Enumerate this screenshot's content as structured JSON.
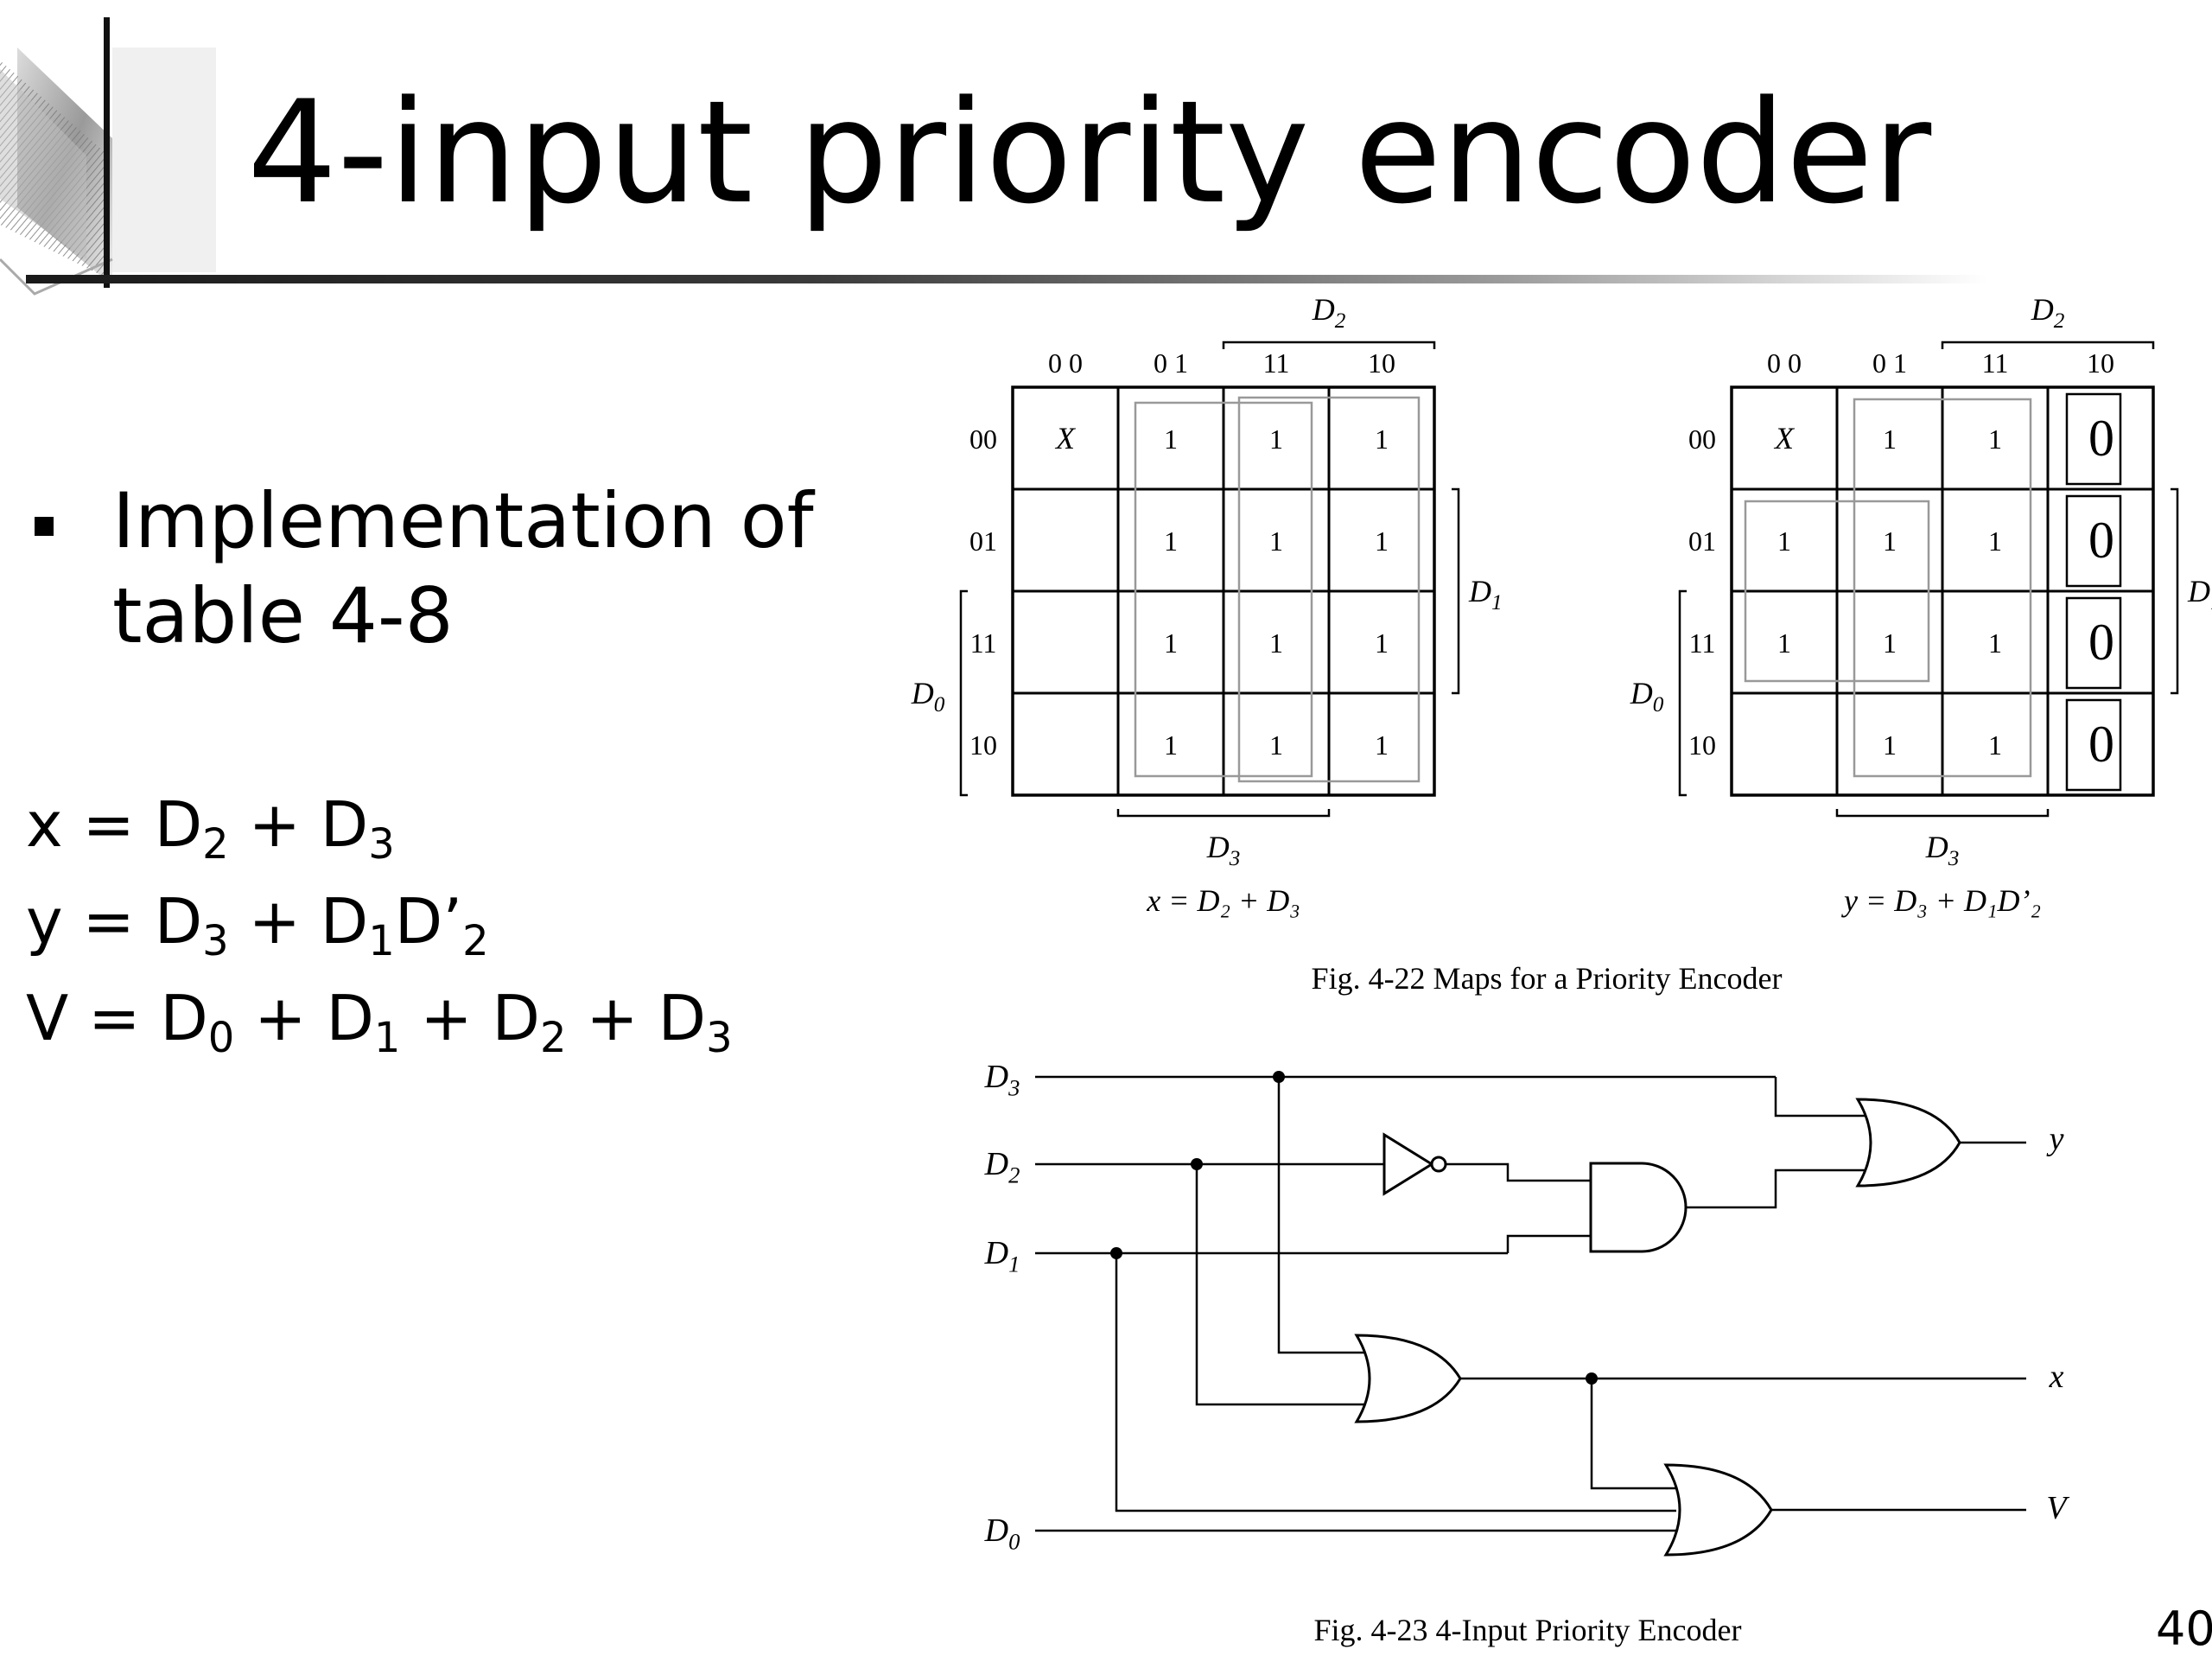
{
  "slide": {
    "title": "4-input priority encoder",
    "bullet": "Implementation of table 4-8",
    "equations": [
      {
        "lhs": "x",
        "terms": [
          [
            "D",
            "2"
          ],
          " + ",
          [
            "D",
            "3"
          ]
        ]
      },
      {
        "lhs": "y",
        "terms": [
          [
            "D",
            "3"
          ],
          " + ",
          [
            "D",
            "1"
          ],
          [
            "D’",
            "2"
          ]
        ]
      },
      {
        "lhs": "V",
        "terms": [
          [
            "D",
            "0"
          ],
          " + ",
          [
            "D",
            "1"
          ],
          " + ",
          [
            "D",
            "2"
          ],
          " + ",
          [
            "D",
            "3"
          ]
        ]
      }
    ],
    "page_number": "40"
  },
  "kmaps": {
    "col_headers": [
      "0 0",
      "0 1",
      "11",
      "10"
    ],
    "row_headers": [
      "00",
      "01",
      "11",
      "10"
    ],
    "labels": {
      "top": "D",
      "top_sub": "2",
      "right": "D",
      "right_sub": "1",
      "left": "D",
      "left_sub": "0",
      "bottom": "D",
      "bottom_sub": "3"
    },
    "map_x": {
      "cells": [
        [
          "X",
          "1",
          "1",
          "1"
        ],
        [
          "",
          "1",
          "1",
          "1"
        ],
        [
          "",
          "1",
          "1",
          "1"
        ],
        [
          "",
          "1",
          "1",
          "1"
        ]
      ],
      "equation": "x = D₂ + D₃"
    },
    "map_y": {
      "cells": [
        [
          "X",
          "1",
          "1",
          "0"
        ],
        [
          "1",
          "1",
          "1",
          "0"
        ],
        [
          "1",
          "1",
          "1",
          "0"
        ],
        [
          "",
          "1",
          "1",
          "0"
        ]
      ],
      "equation": "y = D₃ + D₁D’₂"
    },
    "caption": "Fig. 4-22  Maps for a Priority Encoder"
  },
  "circuit": {
    "inputs": [
      {
        "name": "D",
        "sub": "3"
      },
      {
        "name": "D",
        "sub": "2"
      },
      {
        "name": "D",
        "sub": "1"
      },
      {
        "name": "D",
        "sub": "0"
      }
    ],
    "outputs": [
      "y",
      "x",
      "V"
    ],
    "caption": "Fig. 4-23  4-Input Priority Encoder"
  }
}
